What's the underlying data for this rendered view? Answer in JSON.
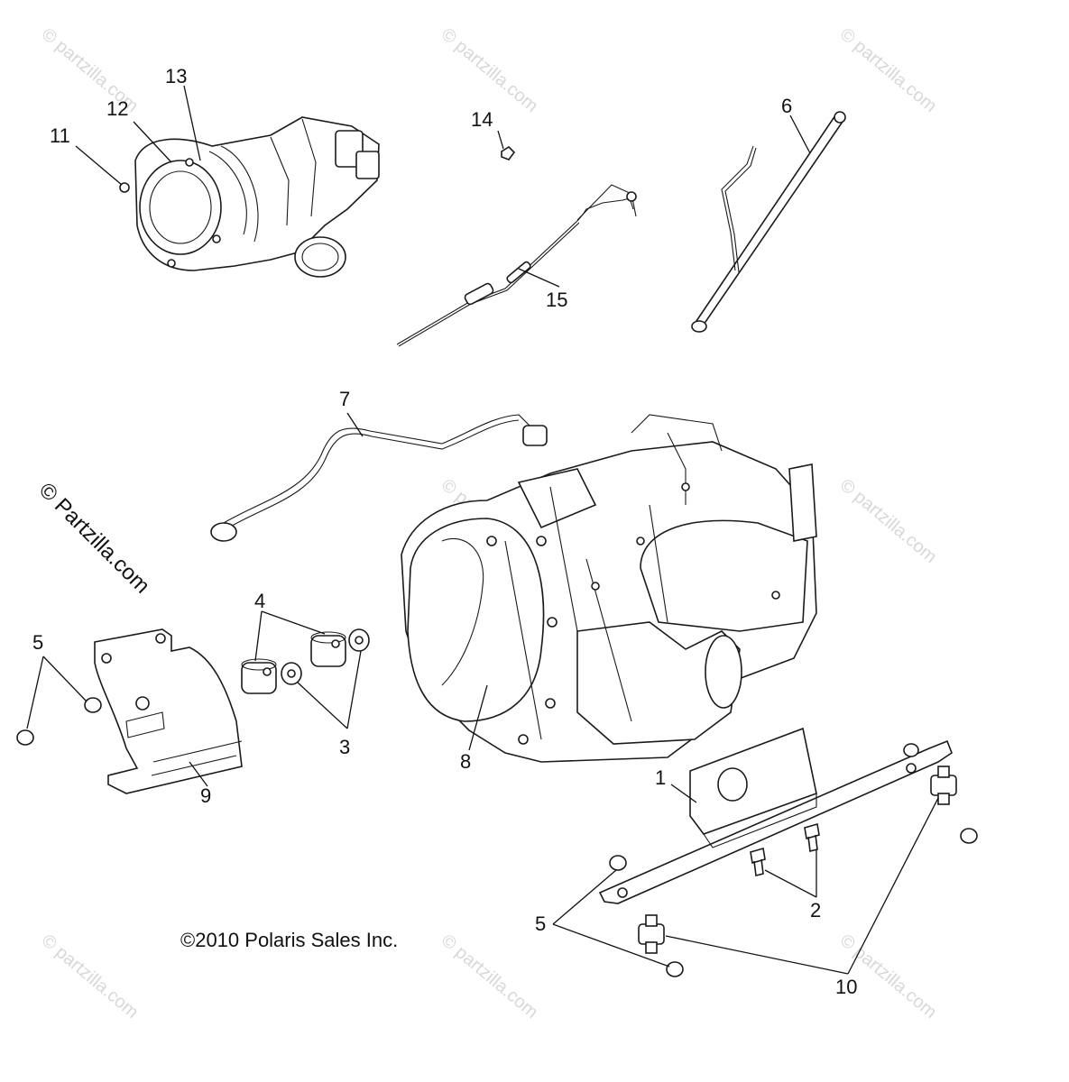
{
  "callouts": {
    "c1": "1",
    "c2": "2",
    "c3": "3",
    "c4": "4",
    "c5a": "5",
    "c5b": "5",
    "c6": "6",
    "c7": "7",
    "c8": "8",
    "c9": "9",
    "c10": "10",
    "c11": "11",
    "c12": "12",
    "c13": "13",
    "c14": "14",
    "c15": "15"
  },
  "copyright": "©2010 Polaris Sales Inc.",
  "watermark_main": "© Partzilla.com",
  "watermark_small": "© partzilla.com"
}
